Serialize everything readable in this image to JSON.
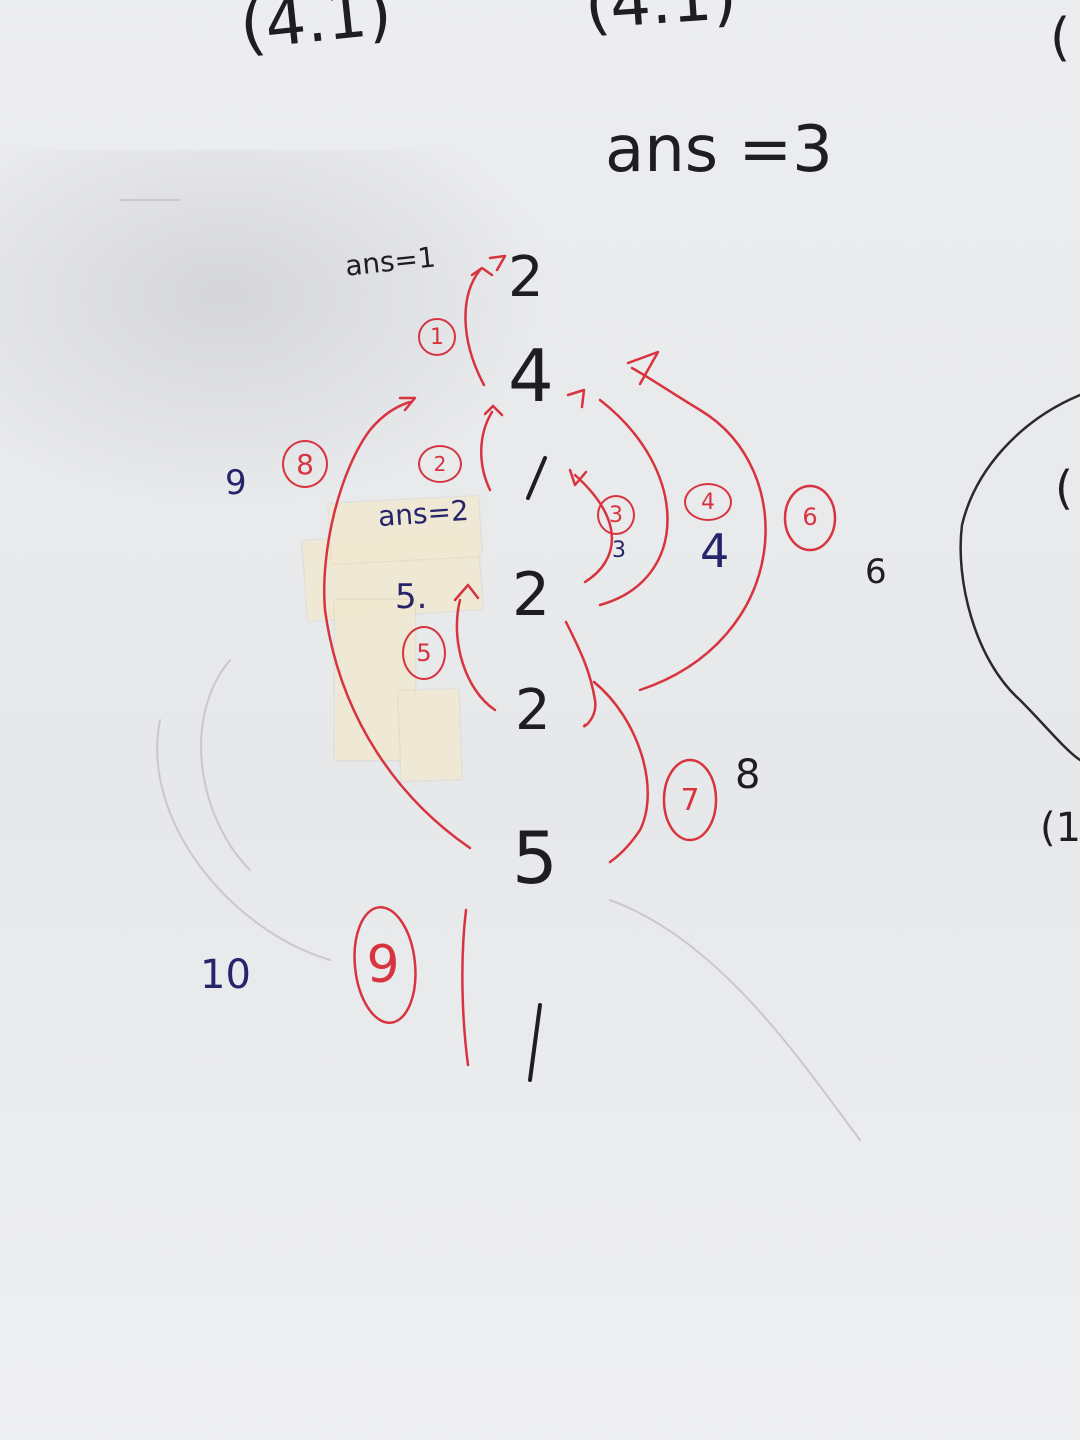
{
  "header": {
    "top_left": "(4.1)",
    "top_center": "(4.1)",
    "top_right": "(",
    "ans_main": "ans =3"
  },
  "notes": {
    "ans_1": "ans=1",
    "ans_2": "ans=2"
  },
  "stack_values": [
    "2",
    "4",
    "1",
    "2",
    "2",
    "5",
    "1"
  ],
  "side_numbers": {
    "left_9": "9",
    "left_10": "10",
    "blue_5": "5.",
    "blue_3": "3",
    "blue_4": "4",
    "right_6": "6",
    "right_8": "8"
  },
  "step_markers": [
    "1",
    "2",
    "3",
    "4",
    "5",
    "6",
    "7",
    "8",
    "9"
  ],
  "right_edge": [
    "(",
    "(1"
  ],
  "ink_colors": {
    "black": "#1e1e22",
    "red": "#d8343f",
    "blue": "#26246a"
  }
}
